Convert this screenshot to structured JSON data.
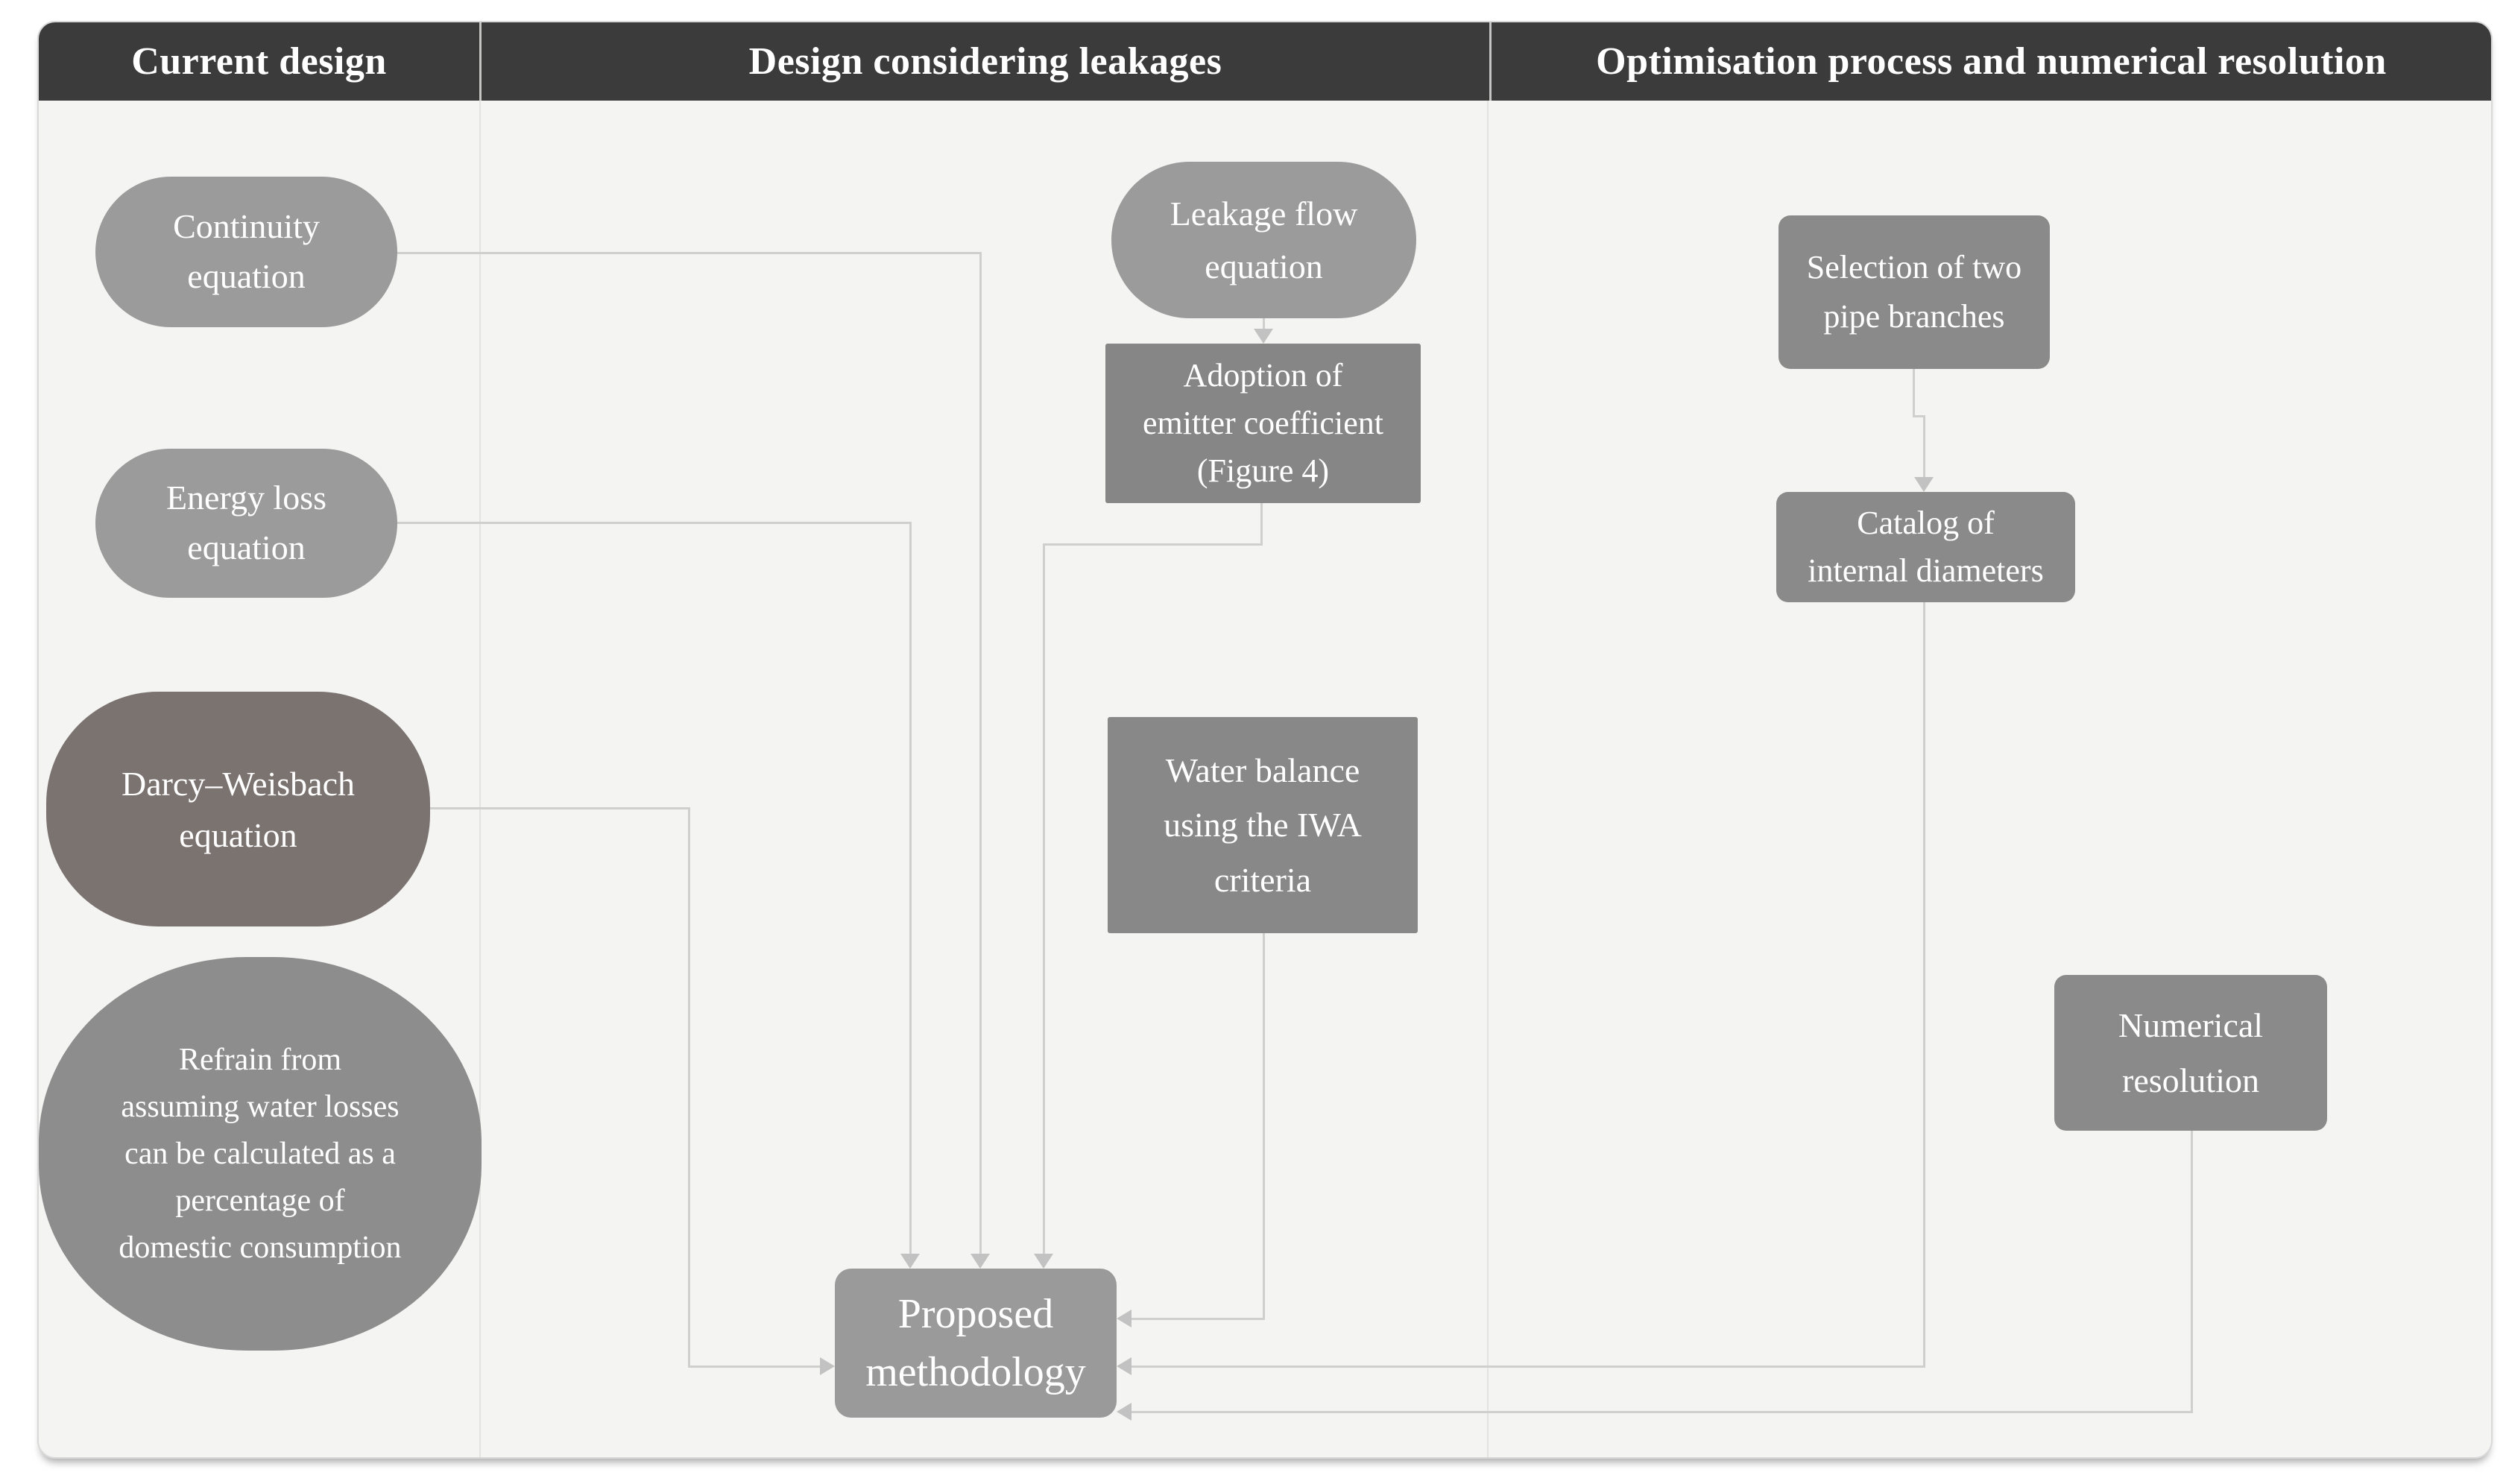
{
  "figure": {
    "type": "flowchart",
    "columns": [
      {
        "label": "Current design"
      },
      {
        "label": "Design considering leakages"
      },
      {
        "label": "Optimisation process and numerical resolution"
      }
    ],
    "nodes": {
      "continuity": {
        "label": "Continuity\nequation",
        "shape": "stadium"
      },
      "energy_loss": {
        "label": "Energy loss\nequation",
        "shape": "stadium"
      },
      "darcy": {
        "label": "Darcy–Weisbach\nequation",
        "shape": "stadium"
      },
      "refrain": {
        "label": "Refrain from\nassuming water losses\ncan be calculated as a\npercentage of\ndomestic consumption",
        "shape": "ellipse"
      },
      "leakage": {
        "label": "Leakage flow\nequation",
        "shape": "stadium"
      },
      "adoption": {
        "label": "Adoption of\nemitter coefficient\n(Figure 4)",
        "shape": "rect"
      },
      "water_balance": {
        "label": "Water balance\nusing the IWA\ncriteria",
        "shape": "rect"
      },
      "proposed": {
        "label": "Proposed\nmethodology",
        "shape": "rounded-rect"
      },
      "selection": {
        "label": "Selection of two\npipe branches",
        "shape": "rounded-rect"
      },
      "catalog": {
        "label": "Catalog of\ninternal diameters",
        "shape": "rounded-rect"
      },
      "numerical": {
        "label": "Numerical\nresolution",
        "shape": "rounded-rect"
      }
    },
    "edges": [
      {
        "from": "continuity",
        "to": "proposed",
        "enters": "top"
      },
      {
        "from": "energy_loss",
        "to": "proposed",
        "enters": "top"
      },
      {
        "from": "leakage",
        "to": "adoption",
        "enters": "top"
      },
      {
        "from": "adoption",
        "to": "proposed",
        "enters": "top"
      },
      {
        "from": "water_balance",
        "to": "proposed",
        "enters": "right"
      },
      {
        "from": "darcy",
        "to": "proposed",
        "enters": "left"
      },
      {
        "from": "selection",
        "to": "catalog",
        "enters": "top"
      },
      {
        "from": "catalog",
        "to": "proposed",
        "enters": "right"
      },
      {
        "from": "numerical",
        "to": "proposed",
        "enters": "right"
      }
    ],
    "colors": {
      "header_bg": "#3b3b3b",
      "header_text": "#ffffff",
      "card_bg": "#f4f4f3",
      "card_border": "#d9d9d9",
      "column_divider": "#e3e3e2",
      "node_gray": "#9b9b9b",
      "node_dark_gray": "#868686",
      "node_taupe": "#7b7370",
      "ellipse_gray": "#8d8d8d",
      "node_text": "#ffffff",
      "connector": "#cfcfce",
      "arrowhead": "#c2c2c2"
    }
  }
}
